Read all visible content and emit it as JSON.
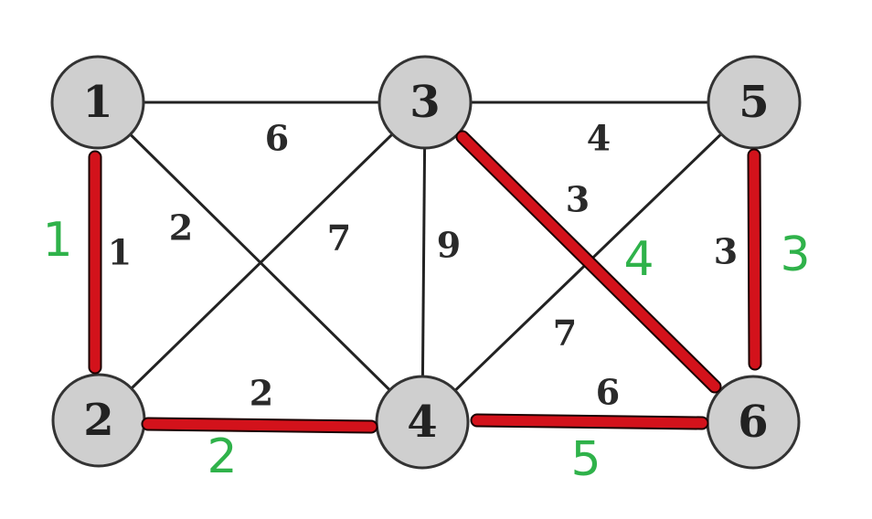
{
  "nodes": [
    {
      "id": "1",
      "label": "1"
    },
    {
      "id": "2",
      "label": "2"
    },
    {
      "id": "3",
      "label": "3"
    },
    {
      "id": "4",
      "label": "4"
    },
    {
      "id": "5",
      "label": "5"
    },
    {
      "id": "6",
      "label": "6"
    }
  ],
  "edges": [
    {
      "from": "1",
      "to": "3",
      "weight": "6",
      "selected": false
    },
    {
      "from": "3",
      "to": "5",
      "weight": "4",
      "selected": false
    },
    {
      "from": "1",
      "to": "2",
      "weight": "1",
      "selected": true,
      "order": "1"
    },
    {
      "from": "1",
      "to": "4",
      "weight": "2",
      "selected": false
    },
    {
      "from": "2",
      "to": "3",
      "weight": "7",
      "selected": false
    },
    {
      "from": "3",
      "to": "4",
      "weight": "9",
      "selected": false
    },
    {
      "from": "3",
      "to": "6",
      "weight": "3",
      "selected": true,
      "order": "4"
    },
    {
      "from": "4",
      "to": "5",
      "weight": "7",
      "selected": false
    },
    {
      "from": "5",
      "to": "6",
      "weight": "3",
      "selected": true,
      "order": "3"
    },
    {
      "from": "2",
      "to": "4",
      "weight": "2",
      "selected": true,
      "order": "2"
    },
    {
      "from": "4",
      "to": "6",
      "weight": "6",
      "selected": true,
      "order": "5"
    }
  ],
  "colors": {
    "selected_edge": "#d3121b",
    "order_label": "#2fb24a",
    "node_fill": "#cfcfcf"
  }
}
